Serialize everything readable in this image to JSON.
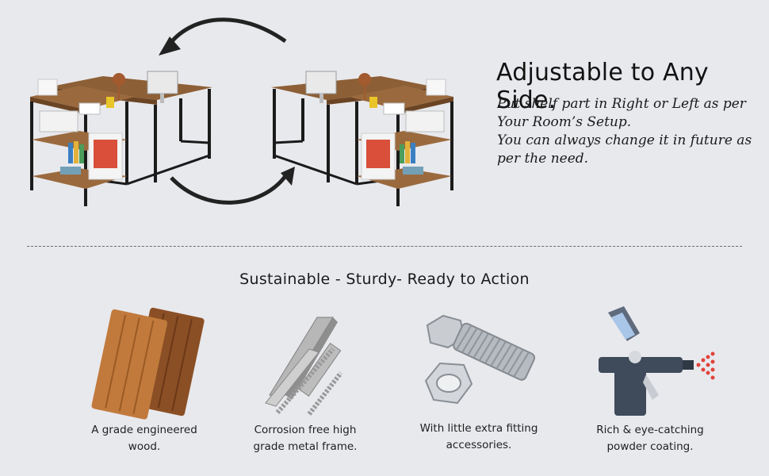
{
  "adjustable": {
    "title": "Adjustable to Any Side.",
    "lines": [
      "Put shelf part in Right or Left as per",
      "Your Room’s Setup.",
      "You can always change it in future as",
      "per the need."
    ]
  },
  "sustainable": {
    "title": "Sustainable - Sturdy- Ready to Action"
  },
  "features": [
    {
      "icon": "wood-planks-icon",
      "lines": [
        "A grade engineered",
        "wood."
      ]
    },
    {
      "icon": "metal-profiles-icon",
      "lines": [
        "Corrosion free high",
        "grade metal frame."
      ]
    },
    {
      "icon": "bolt-nut-icon",
      "lines": [
        "With little extra fitting",
        "accessories."
      ]
    },
    {
      "icon": "spray-gun-icon",
      "lines": [
        "Rich & eye-catching",
        "powder coating."
      ]
    }
  ],
  "colors": {
    "background": "#e8e9ed",
    "wood": "#9a6a3e",
    "frame": "#1b1b1b",
    "spray": "#e0443d"
  }
}
